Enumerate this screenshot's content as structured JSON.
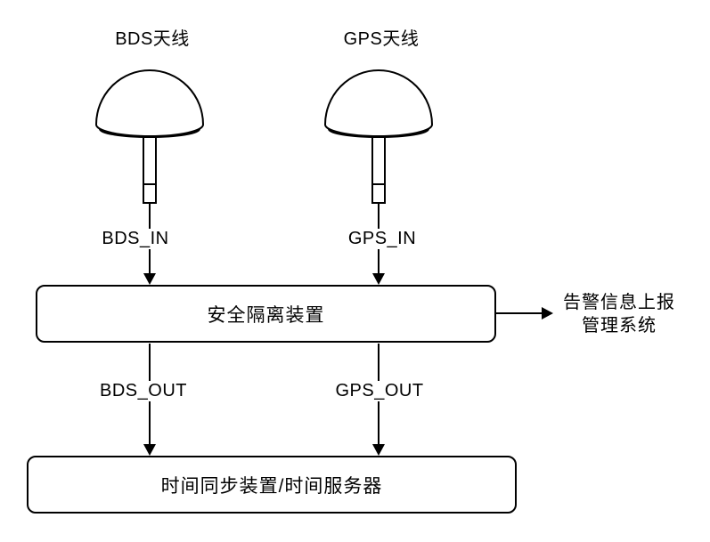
{
  "diagram": {
    "antennas": [
      {
        "label": "BDS天线"
      },
      {
        "label": "GPS天线"
      }
    ],
    "inputs": [
      {
        "label": "BDS_IN"
      },
      {
        "label": "GPS_IN"
      }
    ],
    "isolation_box": {
      "label": "安全隔离装置"
    },
    "alarm_note": {
      "line1": "告警信息上报",
      "line2": "管理系统"
    },
    "outputs": [
      {
        "label": "BDS_OUT"
      },
      {
        "label": "GPS_OUT"
      }
    ],
    "time_box": {
      "label": "时间同步装置/时间服务器"
    }
  },
  "colors": {
    "stroke": "#000000",
    "background": "#ffffff"
  }
}
